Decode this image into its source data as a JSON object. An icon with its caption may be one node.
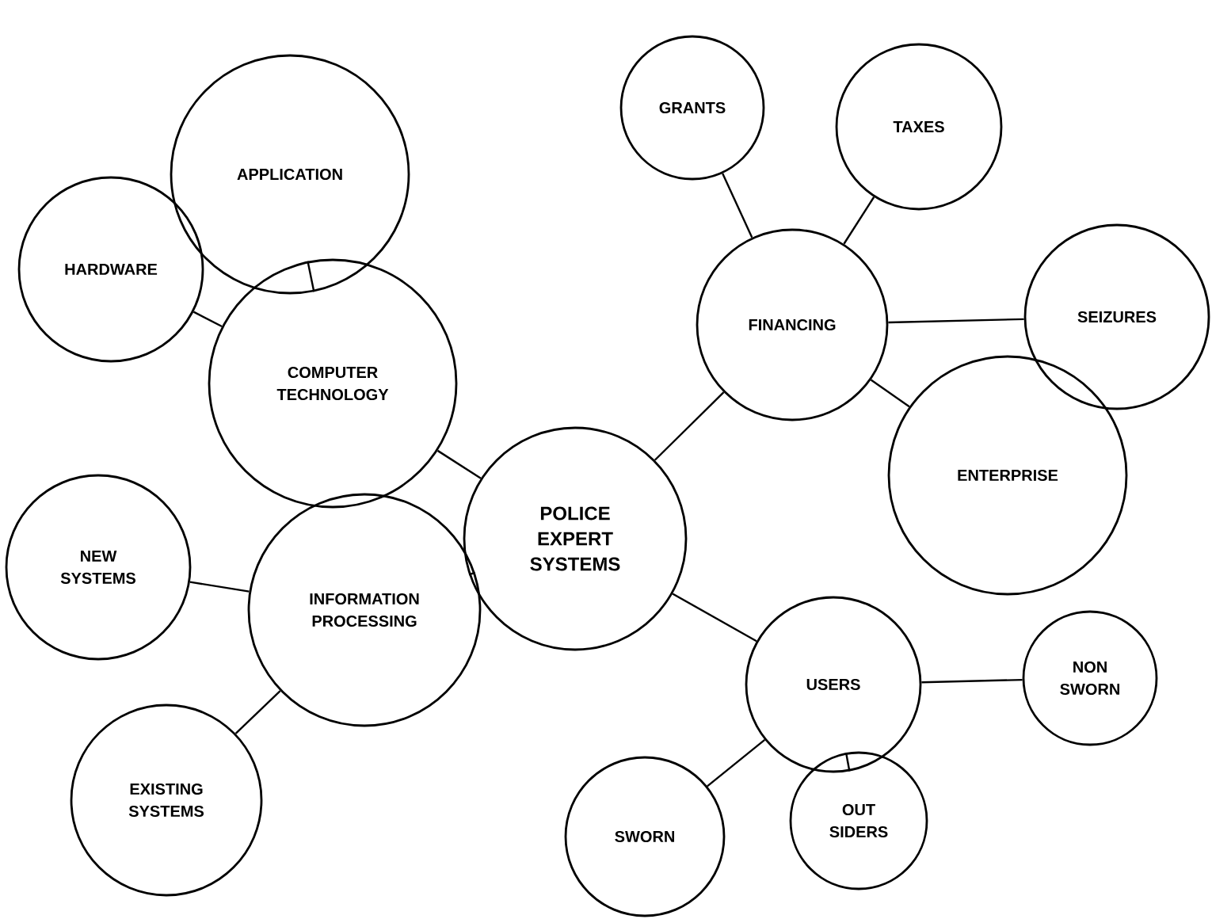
{
  "diagram": {
    "nodes": [
      {
        "text": [
          "POLICE EXPERT SYSTEMS"
        ]
      },
      {
        "text": [
          "COMPUTER TECHNOLOGY"
        ]
      },
      {
        "text": [
          "APPLICATION"
        ]
      },
      {
        "text": [
          "HARDWARE"
        ]
      },
      {
        "text": [
          "INFORMATION PROCESSING"
        ]
      },
      {
        "text": [
          "NEW SYSTEMS"
        ]
      },
      {
        "text": [
          "EXISTING SYSTEMS"
        ]
      },
      {
        "text": [
          "FINANCING"
        ]
      },
      {
        "text": [
          "GRANTS"
        ]
      },
      {
        "text": [
          "TAXES"
        ]
      },
      {
        "text": [
          "SEIZURES"
        ]
      },
      {
        "text": [
          "ENTERPRISE"
        ]
      },
      {
        "text": [
          "USERS"
        ]
      },
      {
        "text": [
          "NON SWORN"
        ]
      },
      {
        "text": [
          "SWORN"
        ]
      },
      {
        "text": [
          "OUT SIDERS"
        ]
      }
    ],
    "edges": [
      {
        "from": 0,
        "to": 1,
        "arrow": "none"
      },
      {
        "from": 1,
        "to": 2,
        "arrow": "none"
      },
      {
        "from": 1,
        "to": 3,
        "arrow": "none"
      },
      {
        "from": 0,
        "to": 4,
        "arrow": "none"
      },
      {
        "from": 4,
        "to": 5,
        "arrow": "none"
      },
      {
        "from": 4,
        "to": 6,
        "arrow": "none"
      },
      {
        "from": 0,
        "to": 7,
        "arrow": "none"
      },
      {
        "from": 7,
        "to": 8,
        "arrow": "none"
      },
      {
        "from": 7,
        "to": 9,
        "arrow": "none"
      },
      {
        "from": 7,
        "to": 10,
        "arrow": "none"
      },
      {
        "from": 7,
        "to": 11,
        "arrow": "none"
      },
      {
        "from": 0,
        "to": 12,
        "arrow": "none"
      },
      {
        "from": 12,
        "to": 13,
        "arrow": "none"
      },
      {
        "from": 12,
        "to": 14,
        "arrow": "none"
      },
      {
        "from": 12,
        "to": 15,
        "arrow": "none"
      }
    ]
  }
}
